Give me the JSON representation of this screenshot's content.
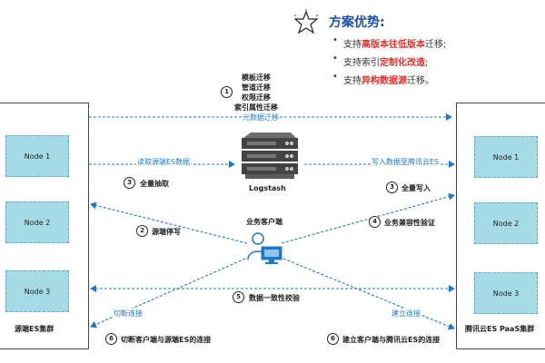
{
  "advantages": {
    "title": "方案优势:",
    "items": [
      {
        "pre": "支持",
        "hl": "高版本往低版本",
        "post": "迁移;"
      },
      {
        "pre": "支持索引",
        "hl": "定制化改造",
        "post": ";"
      },
      {
        "pre": "支持",
        "hl": "异构数据源",
        "post": "迁移。"
      }
    ]
  },
  "source_cluster": {
    "label": "源端ES集群",
    "nodes": [
      "Node 1",
      "Node 2",
      "Node 3"
    ]
  },
  "target_cluster": {
    "label": "腾讯云ES PaaS集群",
    "nodes": [
      "Node 1",
      "Node 2",
      "Node 3"
    ]
  },
  "center": {
    "server_label": "Logstash",
    "client_label": "业务客户端"
  },
  "steps": {
    "s1": {
      "num": "1",
      "lines": [
        "模板迁移",
        "管道迁移",
        "权限迁移",
        "索引属性迁移"
      ],
      "arrow_label": "元数据迁移"
    },
    "s3": {
      "num": "3",
      "read_label": "读取源端ES数据",
      "left_label": "全量抽取",
      "write_label": "写入数据至腾讯云ES",
      "right_label": "全量写入"
    },
    "s2": {
      "num": "2",
      "label": "源端停写"
    },
    "s4": {
      "num": "4",
      "label": "业务兼容性验证"
    },
    "s5": {
      "num": "5",
      "label": "数据一致性校验"
    },
    "s6": {
      "num": "6",
      "left_arrow": "切断连接",
      "left_label": "切断客户端与源端ES的连接",
      "right_arrow": "建立连接",
      "right_label": "建立客户端与腾讯云ES的连接"
    }
  },
  "colors": {
    "arrow": "#1e78c8",
    "node_fill": "#a6dbe6",
    "highlight": "#e0302a",
    "title": "#1e4fa8"
  },
  "icons": [
    "star-icon",
    "server-icon",
    "user-computer-icon"
  ]
}
